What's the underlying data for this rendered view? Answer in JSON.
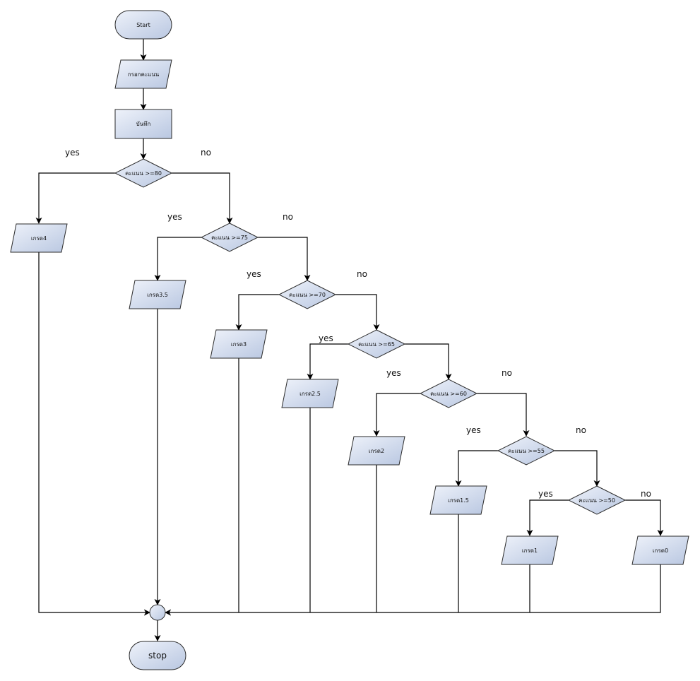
{
  "colors": {
    "fill_light": "#eef2fa",
    "fill_dark": "#b9c7e1",
    "stroke": "#2b2b2b",
    "line": "#000000"
  },
  "nodes": {
    "start": "Start",
    "input": "กรอกคะแนน",
    "record": "บันทึก",
    "d80": "คะแนน >=80",
    "d75": "คะแนน >=75",
    "d70": "คะแนน >=70",
    "d65": "คะแนน >=65",
    "d60": "คะแนน >=60",
    "d55": "คะแนน >=55",
    "d50": "คะแนน >=50",
    "g4": "เกรด4",
    "g35": "เกรด3.5",
    "g3": "เกรด3",
    "g25": "เกรด2.5",
    "g2": "เกรด2",
    "g15": "เกรด1.5",
    "g1": "เกรด1",
    "g0": "เกรด0",
    "stop": "stop"
  },
  "branches": {
    "yes": "yes",
    "no": "no"
  }
}
